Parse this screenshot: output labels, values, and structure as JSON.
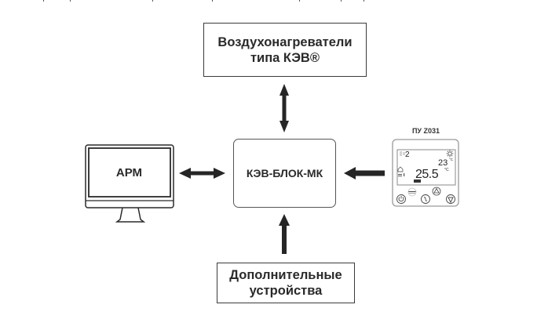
{
  "diagram": {
    "nodes": {
      "heaters": {
        "label": "Воздухонагреватели\nтипа КЭВ®"
      },
      "controller": {
        "label": "КЭВ-БЛОК-МК"
      },
      "workstation": {
        "label": "АРМ",
        "icon": "monitor-icon"
      },
      "extra_devices": {
        "label": "Дополнительные\nустройства"
      },
      "control_panel": {
        "title": "ПУ Z031",
        "icon": "thermostat-panel-icon",
        "display": {
          "fan_speed": "2",
          "set_temp": "23",
          "set_temp_unit": "°C",
          "current_temp": "25.5",
          "current_temp_unit": "°C",
          "mode_icon": "sun-icon"
        },
        "buttons": [
          "power-button",
          "menu-button",
          "fan-button",
          "up-button",
          "down-button"
        ]
      }
    },
    "edges": [
      {
        "from": "heaters",
        "to": "controller",
        "direction": "bidirectional"
      },
      {
        "from": "workstation",
        "to": "controller",
        "direction": "bidirectional"
      },
      {
        "from": "control_panel",
        "to": "controller",
        "direction": "one-way"
      },
      {
        "from": "extra_devices",
        "to": "controller",
        "direction": "one-way"
      }
    ],
    "colors": {
      "stroke": "#3a3a3a",
      "arrow": "#262626",
      "text": "#2a2a2a",
      "panel_stroke": "#9a9a9a"
    }
  }
}
